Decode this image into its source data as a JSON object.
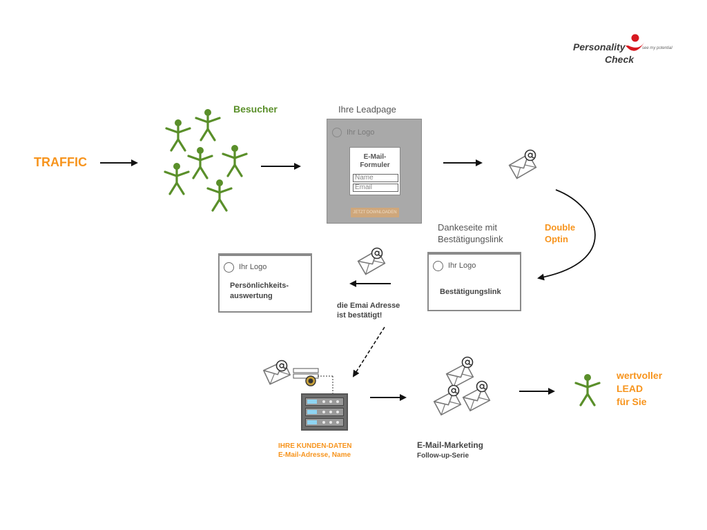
{
  "logo": {
    "line1": "Personality",
    "line2": "Check",
    "tagline": "see my potential",
    "accent_color": "#d71920"
  },
  "labels": {
    "traffic": "TRAFFIC",
    "besucher": "Besucher",
    "leadpage_title": "Ihre Leadpage",
    "double_optin_1": "Double",
    "double_optin_2": "Optin",
    "dankeseite_1": "Dankeseite mit",
    "dankeseite_2": "Bestätigungslink",
    "bestaetigt_1": "die Emai Adresse",
    "bestaetigt_2": "ist bestätigt!",
    "kunden_1": "IHRE KUNDEN-DATEN",
    "kunden_2": "E-Mail-Adresse, Name",
    "marketing_1": "E-Mail-Marketing",
    "marketing_2": "Follow-up-Serie",
    "lead_1": "wertvoller",
    "lead_2": "LEAD",
    "lead_3": "für Sie"
  },
  "leadpage": {
    "logo_text": "Ihr Logo",
    "form_title_1": "E-Mail-",
    "form_title_2": "Formuler",
    "field_name": "Name",
    "field_email": "Email",
    "cta": "JETZT DOWNLOADEN"
  },
  "auswertung_box": {
    "logo_text": "Ihr Logo",
    "body_1": "Persönlichkeits-",
    "body_2": "auswertung"
  },
  "bestaetigung_box": {
    "logo_text": "Ihr Logo",
    "body": "Bestätigungslink"
  },
  "colors": {
    "orange": "#f7941d",
    "green": "#5a8f2a",
    "gray": "#8a8a8a"
  },
  "icons": [
    "person-icon",
    "envelope-at-icon",
    "server-icon",
    "lock-icon",
    "arrow-icon"
  ]
}
